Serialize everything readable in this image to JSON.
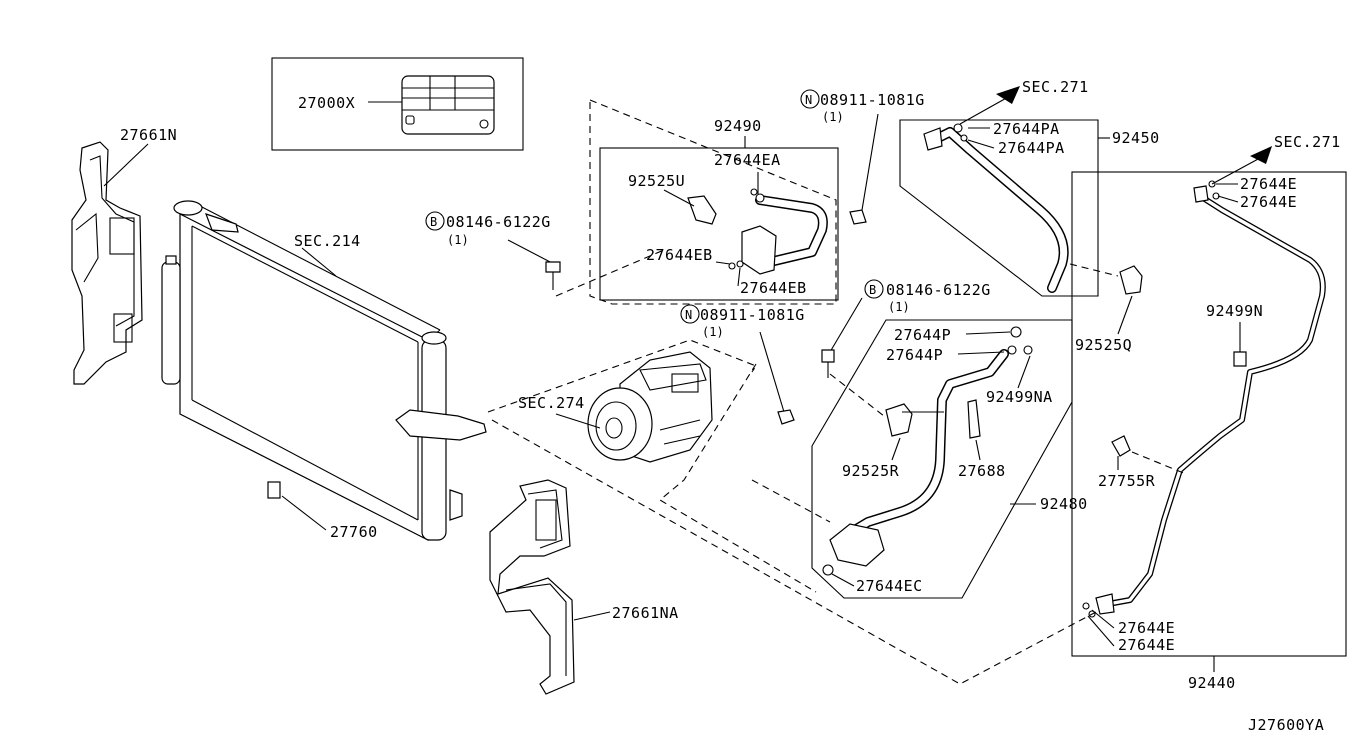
{
  "diagram_code": "J27600YA",
  "callouts": {
    "label_27000X": "27000X",
    "p27661N": "27661N",
    "sec214": "SEC.214",
    "bolt_left_code": "08146-6122G",
    "bolt_left_qty": "(1)",
    "p92490": "92490",
    "p27644EA": "27644EA",
    "p92525U": "92525U",
    "p27644EB_a": "27644EB",
    "p27644EB_b": "27644EB",
    "nut_top_code": "08911-1081G",
    "nut_top_qty": "(1)",
    "sec271_a": "SEC.271",
    "p27644PA_a": "27644PA",
    "p27644PA_b": "27644PA",
    "p92450": "92450",
    "sec271_b": "SEC.271",
    "p27644E_a": "27644E",
    "p27644E_b": "27644E",
    "bolt_right_code": "08146-6122G",
    "bolt_right_qty": "(1)",
    "nut_mid_code": "08911-1081G",
    "nut_mid_qty": "(1)",
    "p92525Q": "92525Q",
    "p27644P_a": "27644P",
    "p27644P_b": "27644P",
    "p92499NA": "92499NA",
    "p92499N": "92499N",
    "sec274": "SEC.274",
    "p92525R": "92525R",
    "p27688": "27688",
    "p27755R": "27755R",
    "p92480": "92480",
    "p27760": "27760",
    "p27644EC": "27644EC",
    "p27661NA": "27661NA",
    "p27644E_c": "27644E",
    "p27644E_d": "27644E",
    "p92440": "92440"
  },
  "symbols": {
    "bolt_marker": "B",
    "nut_marker": "N"
  }
}
